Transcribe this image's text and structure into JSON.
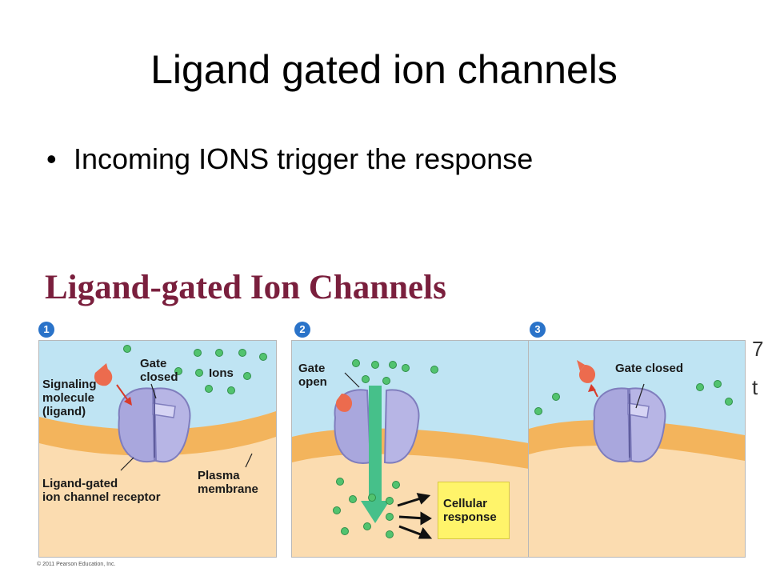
{
  "slide": {
    "title": "Ligand gated ion channels",
    "bullet": "Incoming IONS trigger the response"
  },
  "figure": {
    "title": "Ligand-gated Ion Channels",
    "copyright": "© 2011 Pearson Education, Inc.",
    "edge_chars": [
      "7",
      "t"
    ],
    "colors": {
      "title": "#7a1f3d",
      "extracellular": "#bfe4f3",
      "membrane": "#f3b45c",
      "cytoplasm": "#fbdcb0",
      "channel": "#a9a7dd",
      "ligand": "#ec6b4e",
      "ion": "#52c36f",
      "arrow": "#46c08a",
      "response_box": "#fff46a",
      "step_badge": "#2a73c9"
    },
    "panels": [
      {
        "number": "1",
        "labels": {
          "gate_closed": "Gate\nclosed",
          "ions": "Ions",
          "signaling_molecule": "Signaling\nmolecule\n(ligand)",
          "receptor": "Ligand-gated\nion channel receptor",
          "plasma_membrane": "Plasma\nmembrane"
        }
      },
      {
        "number": "2",
        "labels": {
          "gate_open": "Gate\nopen",
          "cellular_response": "Cellular\nresponse"
        }
      },
      {
        "number": "3",
        "labels": {
          "gate_closed": "Gate closed"
        }
      }
    ]
  }
}
